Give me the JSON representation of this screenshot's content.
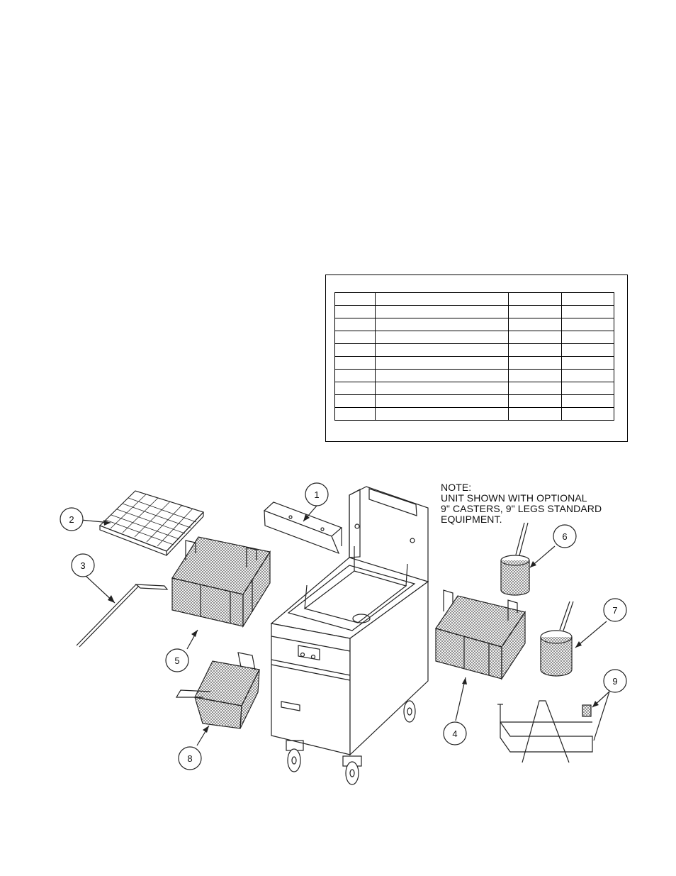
{
  "note": {
    "lines": [
      "NOTE:",
      "UNIT SHOWN WITH OPTIONAL",
      "9\" CASTERS, 9\" LEGS STANDARD",
      "EQUIPMENT."
    ]
  },
  "callouts": [
    "1",
    "2",
    "3",
    "4",
    "5",
    "6",
    "7",
    "8",
    "9"
  ],
  "parts_table": {
    "rows": 10,
    "columns": 4
  }
}
